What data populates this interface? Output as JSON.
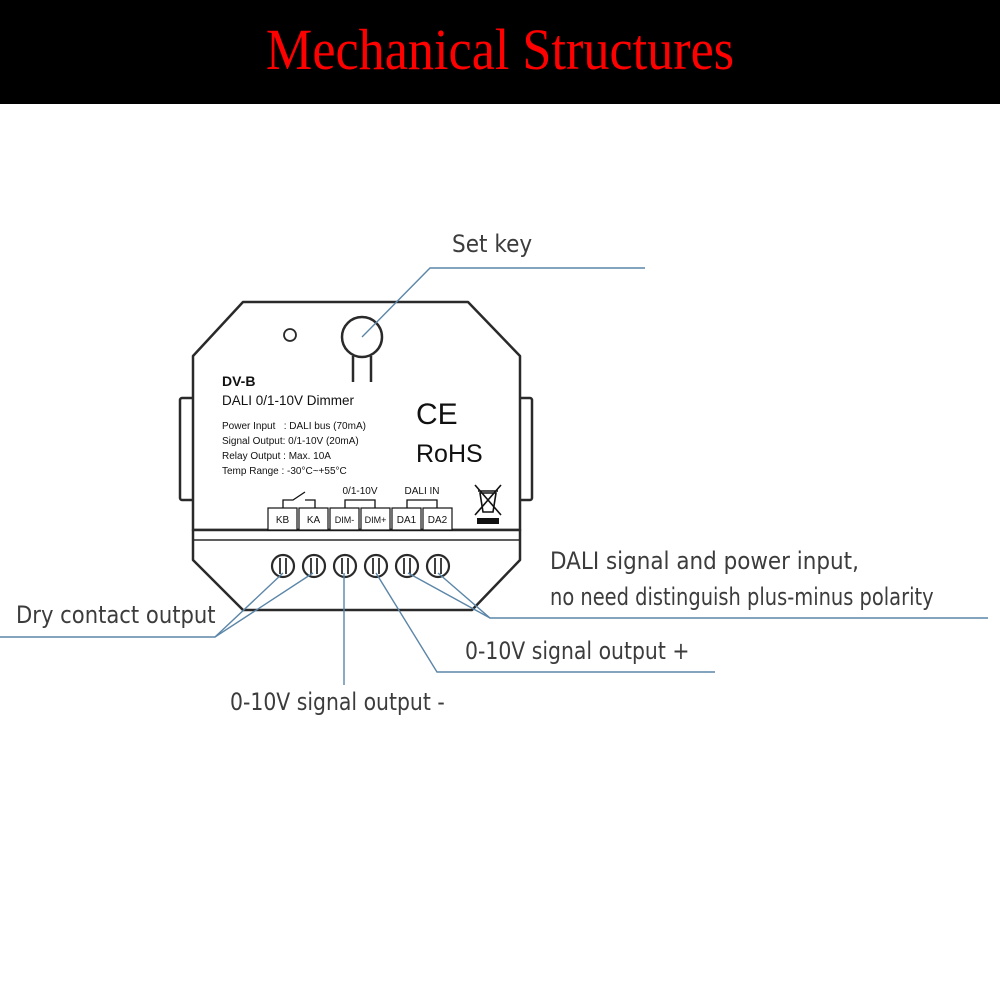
{
  "banner": {
    "title": "Mechanical Structures"
  },
  "device": {
    "model": "DV-B",
    "name": "DALI 0/1-10V Dimmer",
    "specs": [
      "Power Input   : DALI bus (70mA)",
      "Signal Output: 0/1-10V (20mA)",
      "Relay Output : Max. 10A",
      "Temp Range : -30°C~+55°C"
    ],
    "ce_mark": "CE",
    "rohs_mark": "RoHS",
    "group_labels": {
      "output": "0/1-10V",
      "input": "DALI IN"
    },
    "terminals": [
      "KB",
      "KA",
      "DIM-",
      "DIM+",
      "DA1",
      "DA2"
    ]
  },
  "callouts": {
    "set_key": "Set key",
    "dali_input_line1": "DALI signal and power input,",
    "dali_input_line2": "no need distinguish plus-minus polarity",
    "dry_contact": "Dry contact output",
    "signal_plus": "0-10V signal output +",
    "signal_minus": "0-10V signal output -"
  },
  "colors": {
    "banner_bg": "#000000",
    "banner_text": "#ff0000",
    "leader_line": "#5b86a8",
    "outline": "#2a2a2a",
    "callout_text": "#3c3c3c"
  }
}
